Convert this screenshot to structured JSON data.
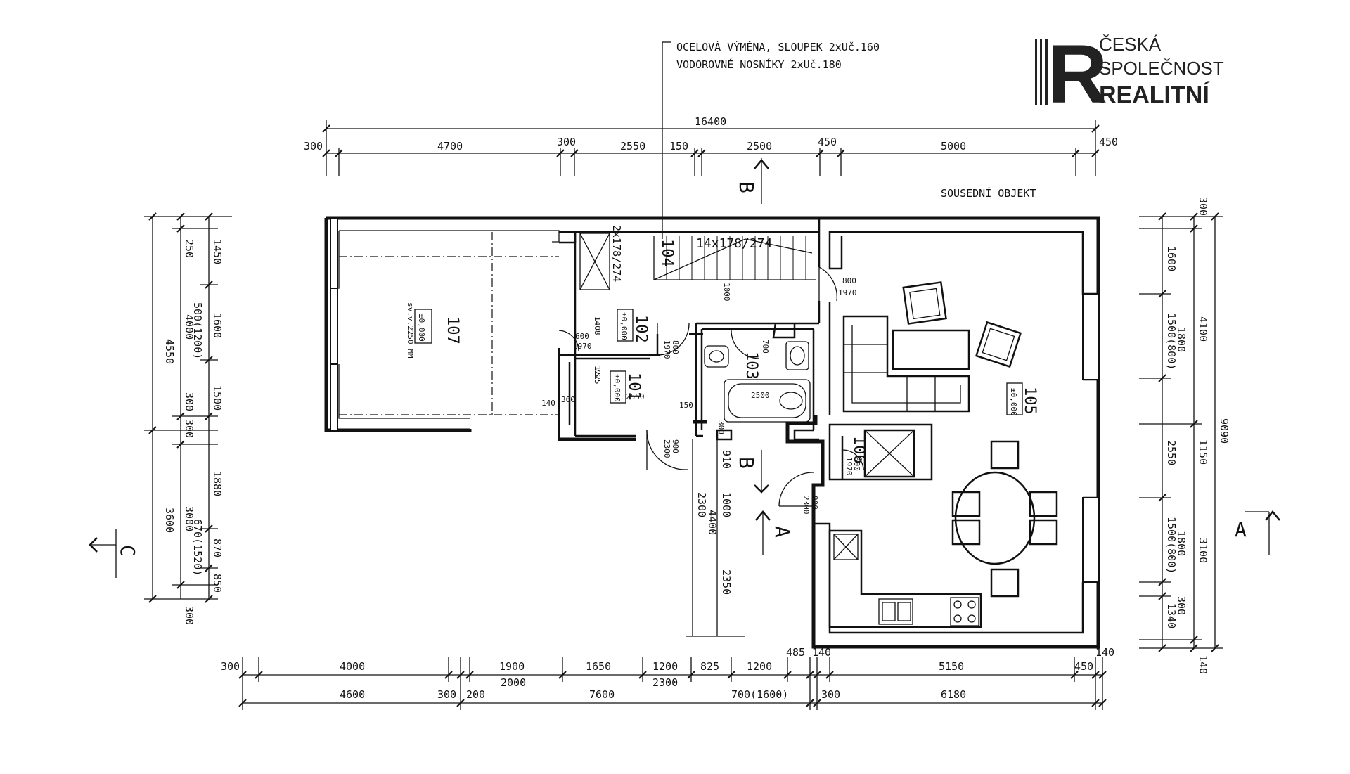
{
  "brand": {
    "logo_letter": "R",
    "line1": "ČESKÁ",
    "line2": "SPOLEČNOST",
    "line3": "REALITNÍ",
    "color": "#222222"
  },
  "notes": {
    "steel_line1": "OCELOVÁ VÝMĚNA, SLOUPEK 2xUč.160",
    "steel_line2": "VODOROVNÉ NOSNÍKY 2xUč.180",
    "neighbor": "SOUSEDNÍ OBJEKT"
  },
  "sections": {
    "a": "A",
    "b": "B",
    "c": "C"
  },
  "top_dims": {
    "overall": "16400",
    "segments": [
      "300",
      "4700",
      "300",
      "2550",
      "150",
      "2500",
      "450",
      "5000",
      "450"
    ]
  },
  "bottom_dims": {
    "row1": [
      "300",
      "4000",
      "1900",
      "1650",
      "1200",
      "825",
      "1200",
      "485",
      "140",
      "5150",
      "450",
      "140"
    ],
    "row2": [
      "4600",
      "300",
      "200",
      "2000",
      "7600",
      "2300",
      "700(1600)",
      "300",
      "6180"
    ]
  },
  "left_dims": {
    "outer": [
      "4550",
      "3600"
    ],
    "middle": [
      "500(1200)",
      "4000",
      "300",
      "3000",
      "670(1520)",
      "300"
    ],
    "inner": [
      "250",
      "1450",
      "1600",
      "1500",
      "300",
      "1880",
      "870",
      "850"
    ]
  },
  "right_dims": {
    "outer": [
      "9090"
    ],
    "middle": [
      "300",
      "4100",
      "1150",
      "3100",
      "140"
    ],
    "inner": [
      "1600",
      "1500(800)",
      "1800",
      "2550",
      "1500(800)",
      "1800",
      "300",
      "1340"
    ]
  },
  "interior_dims": {
    "d1": "910",
    "d2": "1000",
    "d3": "2300",
    "d4": "4400",
    "d5": "2350",
    "d6": "300",
    "d7": "2500",
    "d8": "2550",
    "d9": "150",
    "d10": "140",
    "d11": "1000",
    "d12": "1225",
    "d13": "1408",
    "d14": "75",
    "d15": "360"
  },
  "rooms": [
    {
      "number": "107",
      "level": "±0,000",
      "note": "sv.v.2250 MM"
    },
    {
      "number": "102",
      "level": "±0,000"
    },
    {
      "number": "101",
      "level": "±0,000"
    },
    {
      "number": "103",
      "level": ""
    },
    {
      "number": "104",
      "level": ""
    },
    {
      "number": "105",
      "level": "±0,000"
    },
    {
      "number": "106",
      "level": ""
    }
  ],
  "stairs": {
    "main": "14x178/274",
    "side": "2x178/274"
  },
  "doors": {
    "d_living": "800",
    "d_living_h": "1970",
    "d_102": "800",
    "d_102_h": "1970",
    "d_hall": "600",
    "d_hall_h": "1970",
    "d_106": "600",
    "d_106_h": "1970",
    "d_entry": "900",
    "d_entry_h": "2300",
    "d_103": "700",
    "d_kitchen": "900",
    "d_kitchen_h": "2300"
  }
}
